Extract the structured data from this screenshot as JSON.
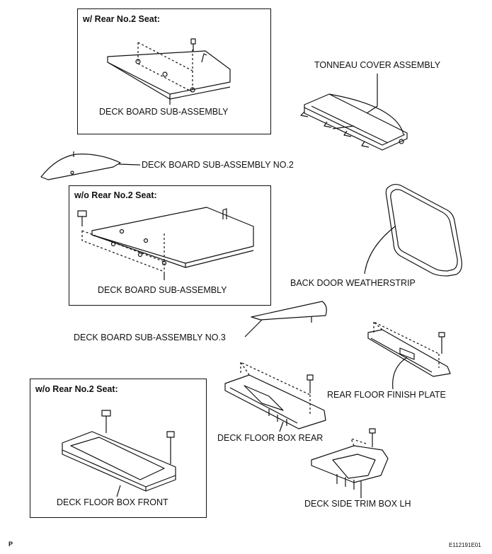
{
  "boxes": {
    "top_title": "w/ Rear No.2 Seat:",
    "middle_title": "w/o Rear No.2 Seat:",
    "bottom_title": "w/o Rear No.2 Seat:"
  },
  "labels": {
    "deck_board_top": "DECK BOARD SUB-ASSEMBLY",
    "tonneau": "TONNEAU COVER ASSEMBLY",
    "deck_board_no2": "DECK BOARD SUB-ASSEMBLY NO.2",
    "deck_board_mid": "DECK BOARD SUB-ASSEMBLY",
    "back_door": "BACK DOOR WEATHERSTRIP",
    "deck_board_no3": "DECK BOARD SUB-ASSEMBLY NO.3",
    "rear_floor": "REAR FLOOR FINISH PLATE",
    "floor_box_rear": "DECK FLOOR BOX REAR",
    "floor_box_front": "DECK FLOOR BOX FRONT",
    "side_trim": "DECK SIDE TRIM BOX LH"
  },
  "footer": {
    "page_mark": "P",
    "figure_code": "E112191E01"
  }
}
